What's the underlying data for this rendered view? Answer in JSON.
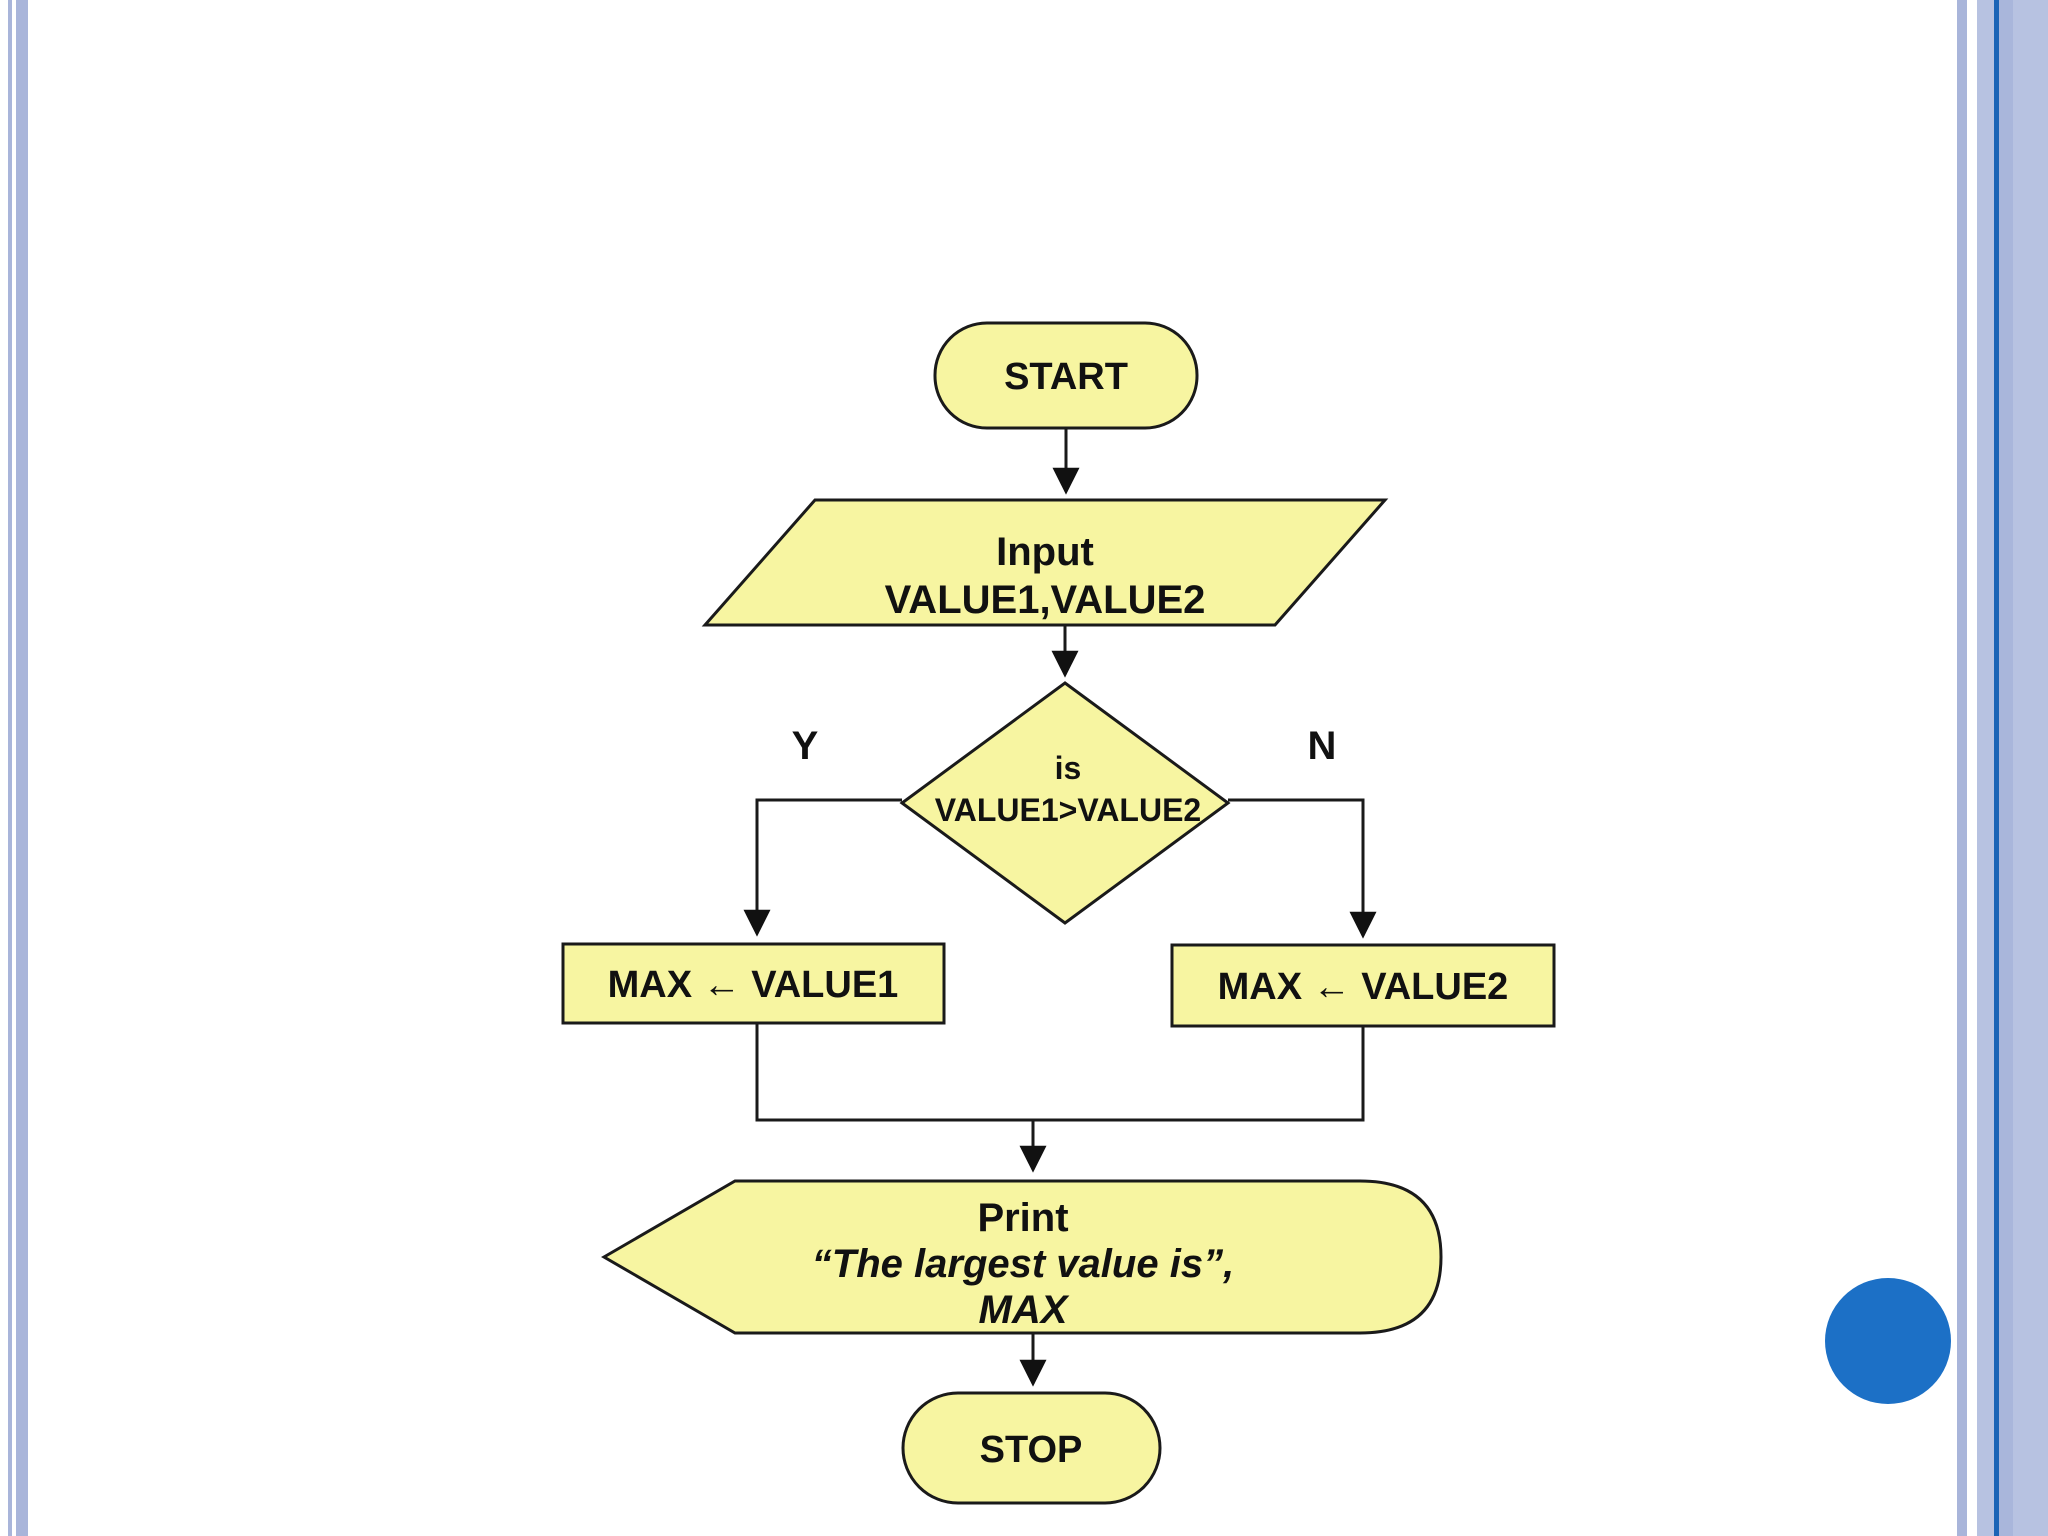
{
  "slide": {
    "background": "#FFFFFF"
  },
  "decor": {
    "stripe_color": "#A9B5DA",
    "band_color": "#B7C2E1",
    "band_medium_color": "#A9B6DB",
    "band_line_color": "#1B64B6",
    "circle_color": "#1C70C6"
  },
  "flowchart": {
    "shape_fill": "#F7F5A1",
    "stroke_color": "#1A1A1A",
    "nodes": {
      "start": {
        "label": "START"
      },
      "input": {
        "line1": "Input",
        "line2": "VALUE1,VALUE2"
      },
      "decision": {
        "line1": "is",
        "line2": "VALUE1>VALUE2"
      },
      "assign_left": {
        "label": "MAX ← VALUE1"
      },
      "assign_right": {
        "label": "MAX ← VALUE2"
      },
      "print": {
        "line1": "Print",
        "line2": "“The largest value is”,",
        "line3": "MAX"
      },
      "stop": {
        "label": "STOP"
      }
    },
    "branch_labels": {
      "yes": "Y",
      "no": "N"
    }
  }
}
